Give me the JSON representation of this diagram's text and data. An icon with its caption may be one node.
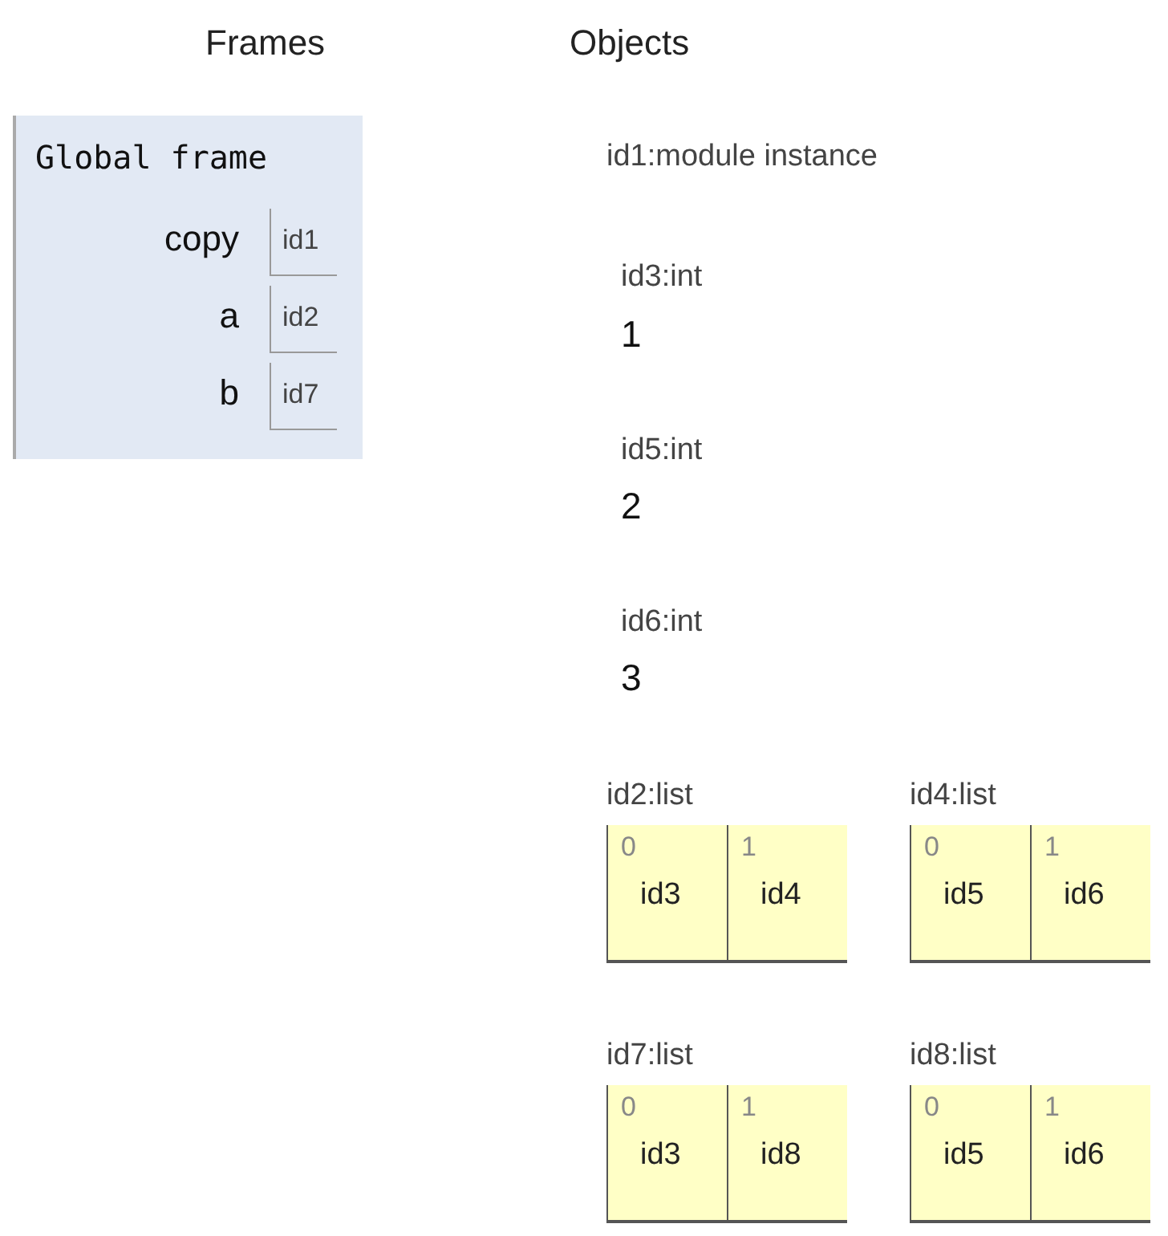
{
  "diagram": {
    "nodes": [
      {
        "text": [
          "Global frame"
        ]
      },
      {
        "text": [
          "id1"
        ],
        "in": 0,
        "beside": [
          "copy"
        ]
      },
      {
        "text": [
          "id2"
        ],
        "in": 0,
        "beside": [
          "a"
        ]
      },
      {
        "text": [
          "id7"
        ],
        "in": 0,
        "beside": [
          "b"
        ]
      },
      {
        "text": [
          "id2:list"
        ]
      },
      {
        "text": [
          "0",
          "id3"
        ],
        "in": 4
      },
      {
        "text": [
          "1",
          "id4"
        ],
        "in": 4
      },
      {
        "text": [
          "id4:list"
        ]
      },
      {
        "text": [
          "0",
          "id5"
        ],
        "in": 7
      },
      {
        "text": [
          "1",
          "id6"
        ],
        "in": 7
      },
      {
        "text": [
          "id7:list"
        ]
      },
      {
        "text": [
          "0",
          "id3"
        ],
        "in": 10
      },
      {
        "text": [
          "1",
          "id8"
        ],
        "in": 10
      },
      {
        "text": [
          "id8:list"
        ]
      },
      {
        "text": [
          "0",
          "id5"
        ],
        "in": 13
      },
      {
        "text": [
          "1",
          "id6"
        ],
        "in": 13
      }
    ],
    "labels": [
      "Frames",
      "Objects",
      "id1:module instance",
      "id3:int",
      "1",
      "id5:int",
      "2",
      "id6:int",
      "3"
    ]
  }
}
